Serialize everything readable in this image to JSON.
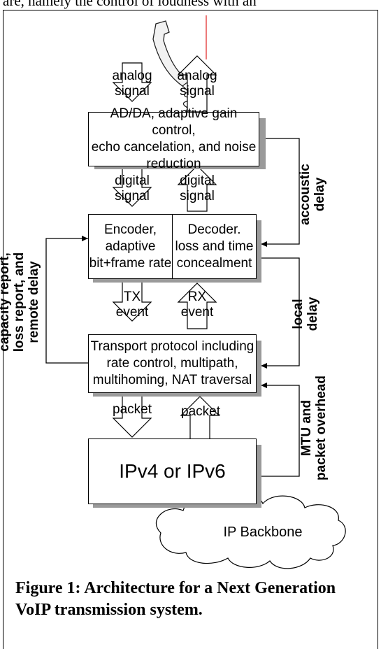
{
  "header_text": "are, namely the control of loudness with an",
  "labels": {
    "analog_in": "analog\nsignal",
    "analog_out": "analog\nsignal",
    "digital_down": "digital\nsignal",
    "digital_up": "digital\nsignal",
    "tx_event": "TX\nevent",
    "rx_event": "RX\nevent",
    "packet_down": "packet",
    "packet_up": "packet",
    "ip_backbone": "IP Backbone"
  },
  "boxes": {
    "ad_da": "AD/DA, adaptive gain control,\necho cancelation, and noise\nreduction",
    "encoder": "Encoder,\nadaptive\nbit+frame rate",
    "decoder": "Decoder.\nloss and time\nconcealment",
    "transport": "Transport protocol including\nrate control, multipath,\nmultihoming, NAT traversal",
    "ip": "IPv4 or IPv6"
  },
  "side_labels": {
    "acoustic_delay": "accoustic\ndelay",
    "local_delay": "local\ndelay",
    "capacity_report": "capacity report,\nloss report, and\nremote delay",
    "mtu_overhead": "MTU and\npacket overhead"
  },
  "caption": "Figure 1: Architecture for a Next Generation VoIP transmission system."
}
